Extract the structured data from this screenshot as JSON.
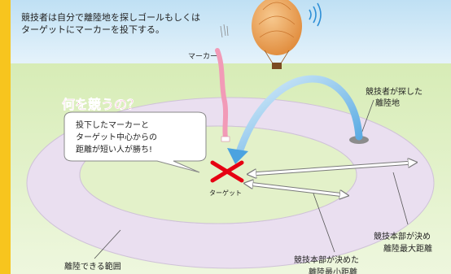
{
  "intro": {
    "line1": "競技者は自分で離陸地を探しゴールもしくは",
    "line2": "ターゲットにマーカーを投下する。"
  },
  "labels": {
    "marker": "マーカー",
    "competitor_site_line1": "競技者が探した",
    "competitor_site_line2": "離陸地",
    "target": "ターゲット",
    "max_distance_line1": "競技本部が決め",
    "max_distance_line2": "離陸最大距離",
    "min_distance_line1": "競技本部が決めた",
    "min_distance_line2": "離陸最小距離",
    "takeoff_area": "離陸できる範囲"
  },
  "callout": {
    "heading": "何を競うの？",
    "line1": "投下したマーカーと",
    "line2": "ターゲット中心からの",
    "line3": "距離が短い人が勝ち!"
  },
  "colors": {
    "sky": "#cde6f5",
    "ground": "#e3f1c9",
    "ring": "#eae0ef",
    "marker_ribbon": "#f29ab7",
    "target_x": "#e60012",
    "heading": "#e8337a",
    "balloon": "#f0a04d",
    "arrow": "#5aa8e0",
    "accent_bar": "#f7c51e"
  }
}
